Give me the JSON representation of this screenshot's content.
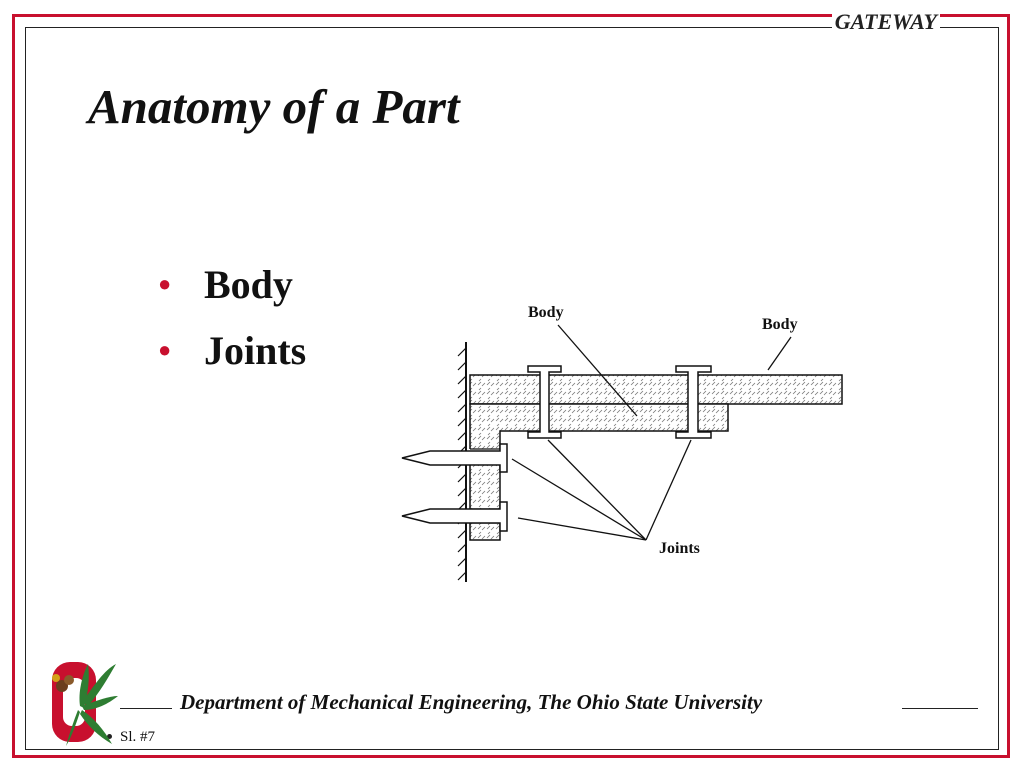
{
  "brand": "GATEWAY",
  "title": "Anatomy of a Part",
  "bullets": [
    {
      "label": "Body"
    },
    {
      "label": "Joints"
    }
  ],
  "diagram": {
    "labels": {
      "body_left": "Body",
      "body_right": "Body",
      "joints": "Joints"
    }
  },
  "footer": {
    "department": "Department of Mechanical Engineering, The Ohio State University",
    "slide_number": "Sl. #7"
  },
  "colors": {
    "accent": "#c8102e",
    "logo_green": "#2e7d32",
    "text": "#111111"
  }
}
